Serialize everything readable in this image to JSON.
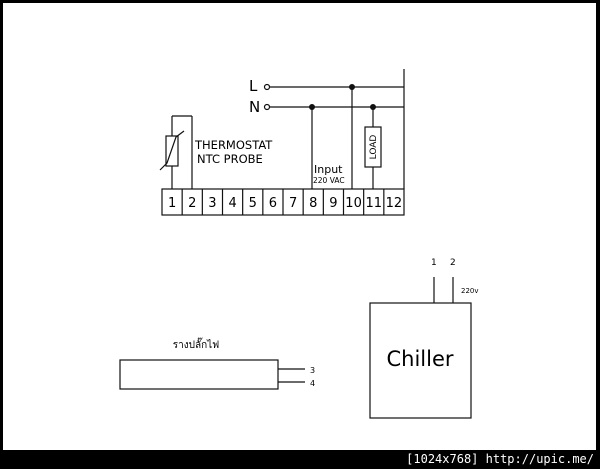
{
  "supply": {
    "line_label": "L",
    "neutral_label": "N"
  },
  "sensor": {
    "line1": "THERMOSTAT",
    "line2": "NTC PROBE"
  },
  "input": {
    "label": "Input",
    "voltage": "220 VAC"
  },
  "load_label": "LOAD",
  "terminals": [
    "1",
    "2",
    "3",
    "4",
    "5",
    "6",
    "7",
    "8",
    "9",
    "10",
    "11",
    "12"
  ],
  "chiller": {
    "name": "Chiller",
    "pin1": "1",
    "pin2": "2",
    "voltage": "220v"
  },
  "strip": {
    "name": "รางปลั๊กไฟ",
    "pin3": "3",
    "pin4": "4"
  },
  "watermark": "[1024x768] http://upic.me/"
}
